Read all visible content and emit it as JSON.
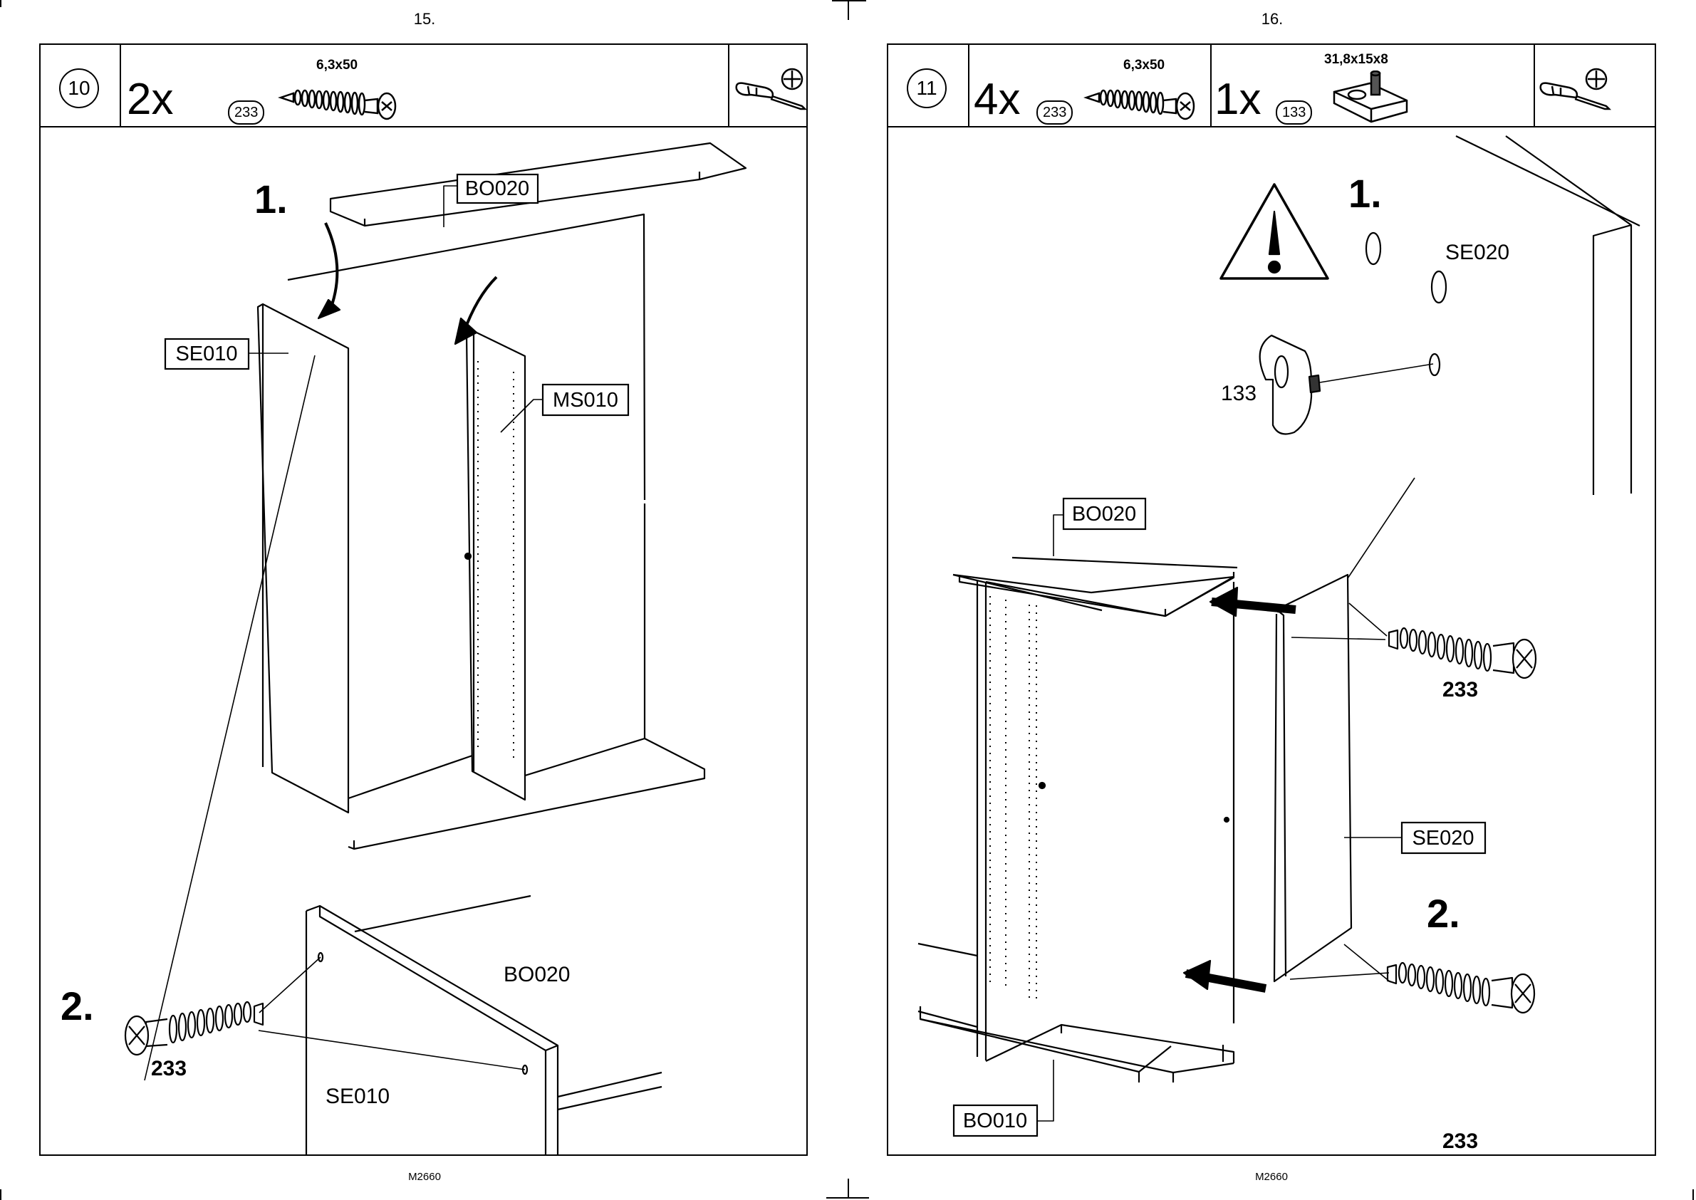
{
  "left_page": {
    "page_number": "15.",
    "footer_code": "M2660",
    "step_number": "10",
    "parts": [
      {
        "quantity": "2x",
        "part_id": "233",
        "dimensions": "6,3x50"
      }
    ],
    "tool": "phillips-screwdriver-icon",
    "substeps": [
      "1.",
      "2."
    ],
    "labels": {
      "top_panel": "BO020",
      "side_panel": "SE010",
      "middle_panel": "MS010",
      "detail_top_panel": "BO020",
      "detail_side_panel": "SE010",
      "screw": "233"
    }
  },
  "right_page": {
    "page_number": "16.",
    "footer_code": "M2660",
    "step_number": "11",
    "parts": [
      {
        "quantity": "4x",
        "part_id": "233",
        "dimensions": "6,3x50"
      },
      {
        "quantity": "1x",
        "part_id": "133",
        "dimensions": "31,8x15x8"
      }
    ],
    "tool": "phillips-screwdriver-icon",
    "substeps": [
      "1.",
      "2."
    ],
    "labels": {
      "side_panel_top": "SE020",
      "support_part": "133",
      "top_panel": "BO020",
      "side_panel": "SE020",
      "bottom_panel": "BO010",
      "screw_top": "233",
      "screw_bottom": "233"
    }
  }
}
